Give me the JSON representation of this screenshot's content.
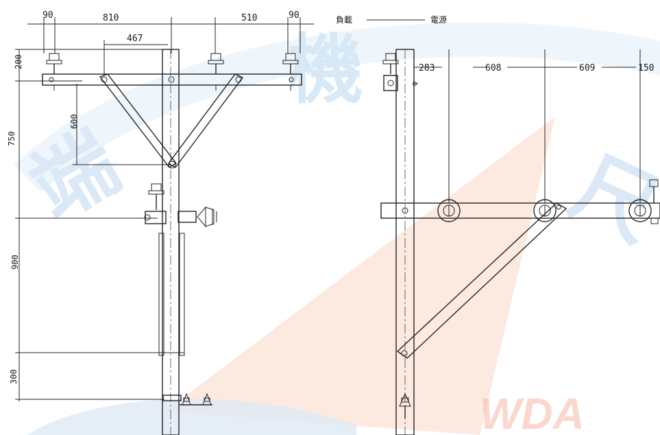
{
  "left_view": {
    "dims": {
      "top_left_90": "90",
      "top_810": "810",
      "top_467": "467",
      "top_510": "510",
      "top_right_90": "90",
      "side_200": "200",
      "side_750": "750",
      "inner_600": "600",
      "side_900": "900",
      "side_300": "300"
    },
    "load_label": "負載",
    "source_label": "電源"
  },
  "right_view": {
    "dims": {
      "d_283": "283",
      "d_608": "608",
      "d_609": "609",
      "d_150": "150"
    }
  },
  "watermark": {
    "brand_text": "WDA",
    "char_1": "端",
    "char_2": "機",
    "char_3": "尺",
    "brand_colors": {
      "blue": "#cfe3f4",
      "orange": "#f6cbb5",
      "red": "#f2a48c"
    }
  }
}
